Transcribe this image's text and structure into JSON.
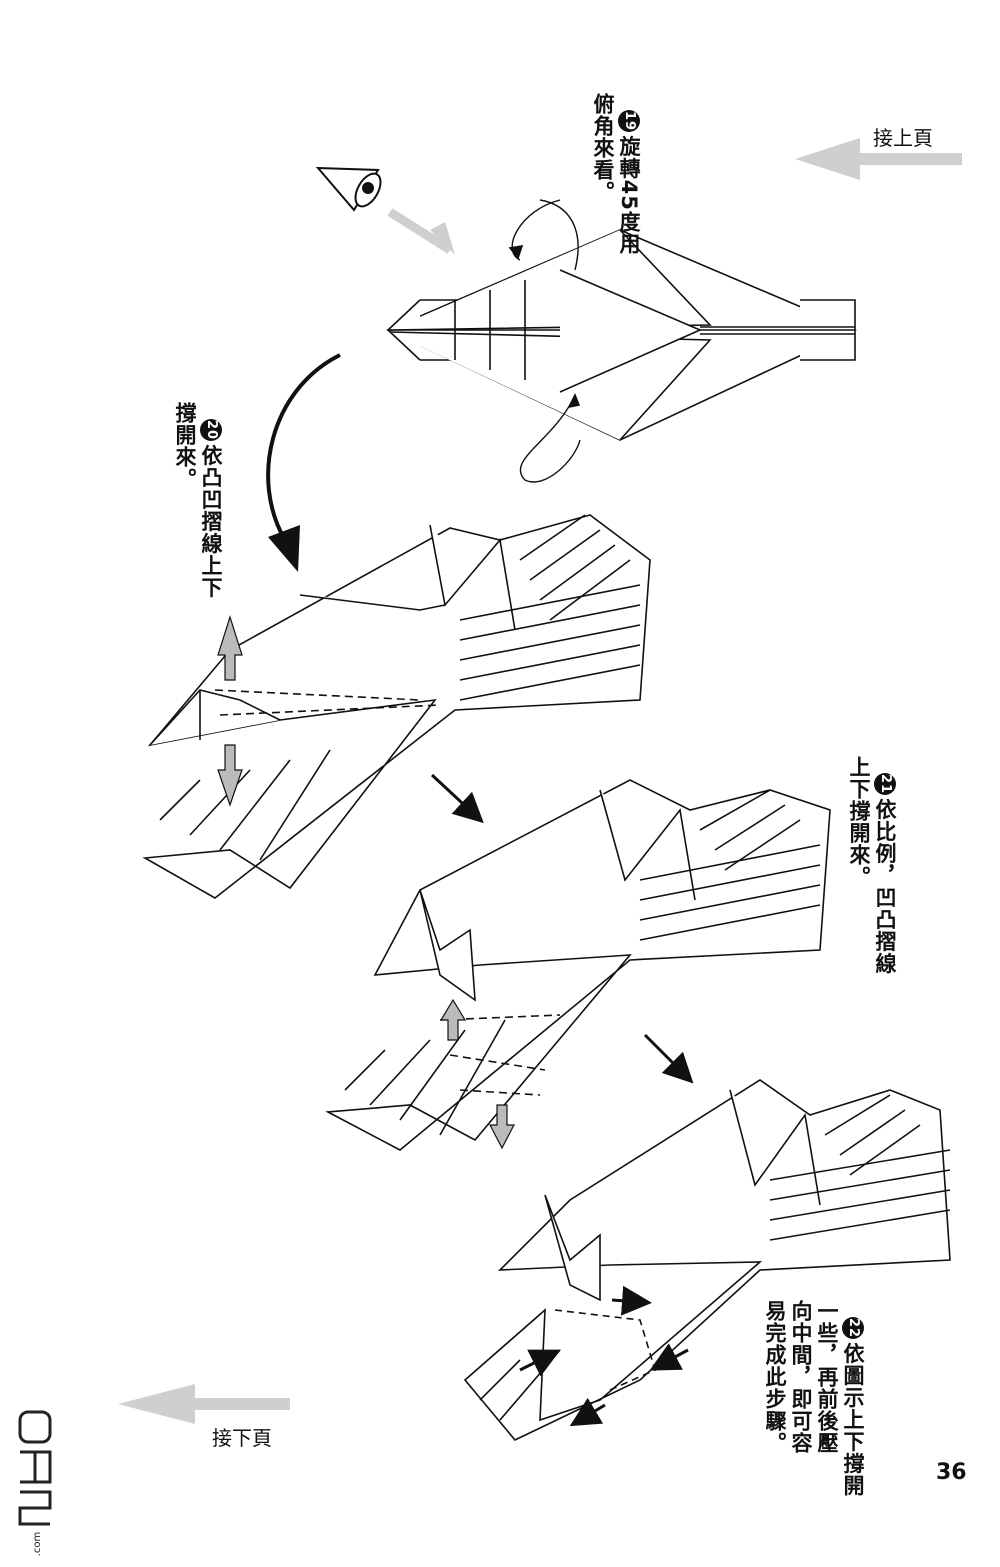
{
  "nav": {
    "prev_label": "接上頁",
    "next_label": "接下頁"
  },
  "steps": [
    {
      "number": "19",
      "text": "旋轉45度用\n俯角來看。"
    },
    {
      "number": "20",
      "text": "依凸凹摺線上下\n撐開來。"
    },
    {
      "number": "21",
      "text": "依比例，凹凸摺線\n上下撐開來。"
    },
    {
      "number": "22",
      "text": "依圖示上下撐開\n一些，再前後壓\n向中間，即可容\n易完成此步驟。"
    }
  ],
  "page_number": "36",
  "watermark": "DM5.com",
  "colors": {
    "ink": "#111111",
    "arrow_gray": "#c8c8c8"
  }
}
